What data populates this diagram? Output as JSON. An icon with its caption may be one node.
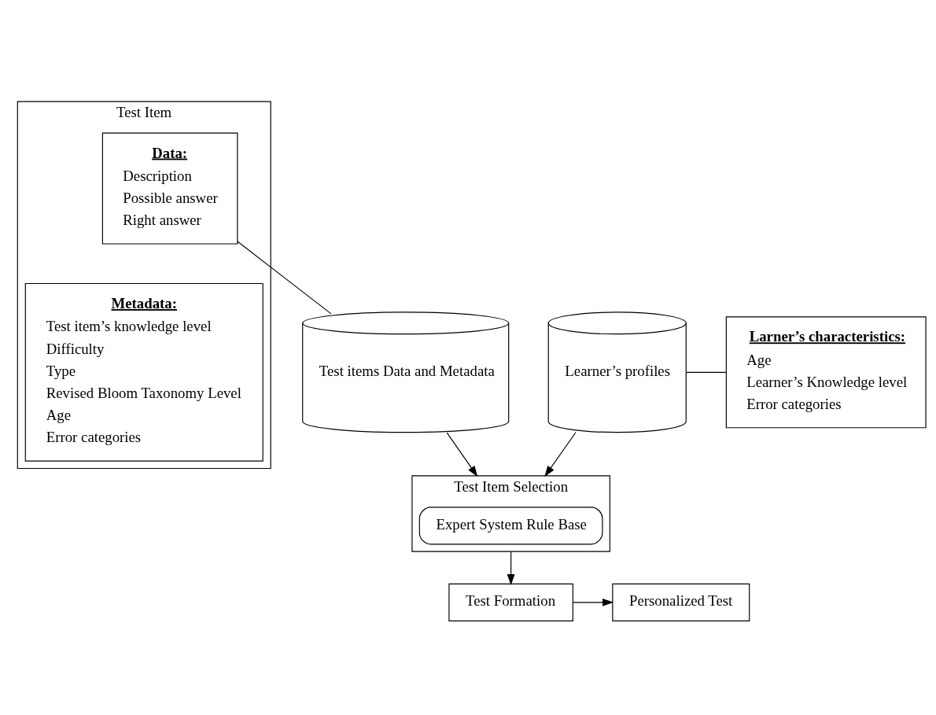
{
  "diagram": {
    "nodes": [
      {
        "text": [
          "Test Item"
        ]
      },
      {
        "text": [
          "Data:",
          "Description",
          "Possible answer",
          "Right answer"
        ],
        "in": 0
      },
      {
        "text": [
          "Metadata:",
          "Test item’s knowledge level",
          "Difficulty",
          "Type",
          "Revised Bloom Taxonomy Level",
          "Age",
          "Error categories"
        ],
        "in": 0
      },
      {
        "text": [
          "Test items Data and Metadata"
        ]
      },
      {
        "text": [
          "Learner’s profiles"
        ]
      },
      {
        "text": [
          "Larner’s characteristics:",
          "Age",
          "Learner’s Knowledge level",
          "Error categories"
        ]
      },
      {
        "text": [
          "Test Item Selection"
        ]
      },
      {
        "text": [
          "Expert System Rule Base"
        ],
        "in": 6
      },
      {
        "text": [
          "Test Formation"
        ]
      },
      {
        "text": [
          "Personalized Test"
        ]
      }
    ],
    "edges": [
      {
        "from": 1,
        "to": 3,
        "arrow": "none"
      },
      {
        "from": 4,
        "to": 5,
        "arrow": "none"
      },
      {
        "from": 3,
        "to": 6,
        "arrow": "to"
      },
      {
        "from": 4,
        "to": 6,
        "arrow": "to"
      },
      {
        "from": 6,
        "to": 8,
        "arrow": "to"
      },
      {
        "from": 8,
        "to": 9,
        "arrow": "to"
      }
    ]
  }
}
